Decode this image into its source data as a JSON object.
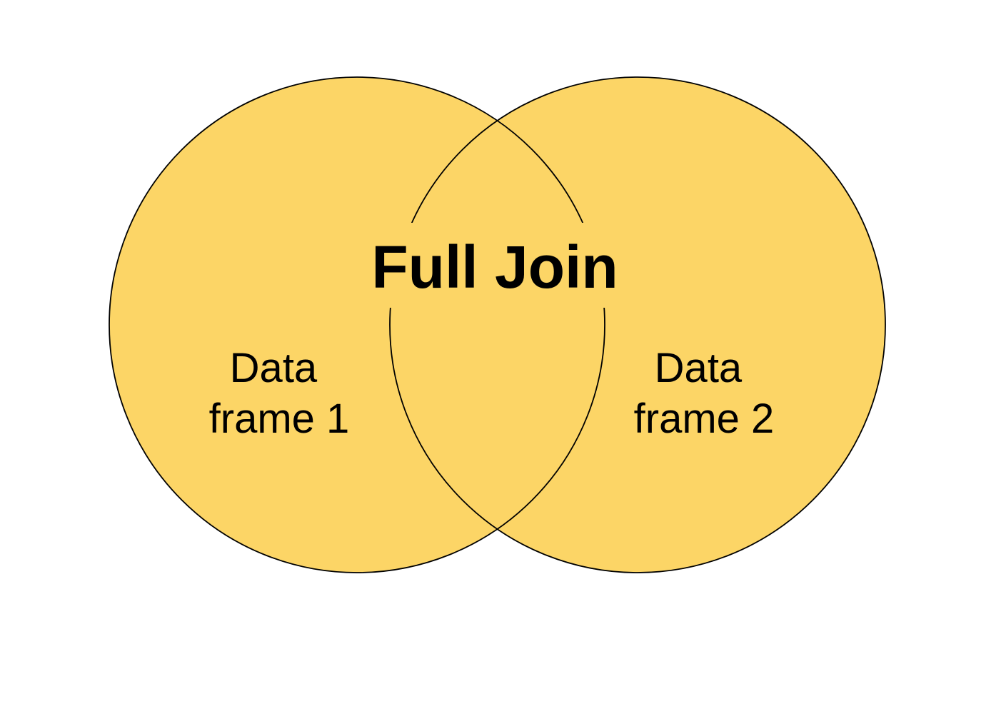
{
  "diagram": {
    "type": "venn",
    "title": "Full Join",
    "left_circle": {
      "label": "Data frame 1",
      "label_line1": "Data",
      "label_line2": "frame 1"
    },
    "right_circle": {
      "label": "Data frame 2",
      "label_line1": "Data",
      "label_line2": "frame 2"
    },
    "overlap": {
      "shaded": "both circles fully shaded (full join includes all regions)"
    },
    "colors": {
      "circle_fill": "#FCD566",
      "circle_stroke": "#000000",
      "text": "#000000",
      "background": "#FFFFFF"
    }
  }
}
